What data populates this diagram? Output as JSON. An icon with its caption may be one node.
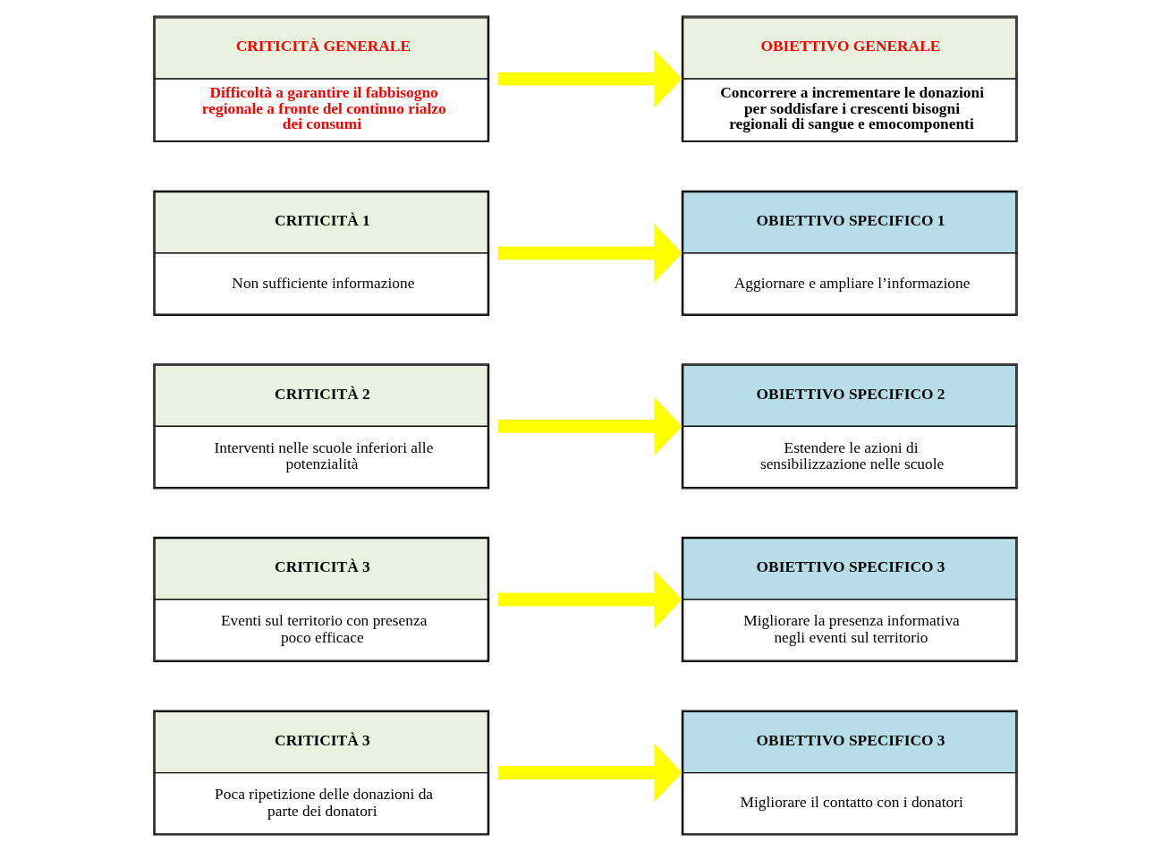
{
  "diagram": {
    "nodes": [
      {
        "text": [
          "CRITICITÀ GENERALE",
          "Difficoltà a garantire il fabbisogno regionale a fronte del continuo rialzo dei consumi"
        ]
      },
      {
        "text": [
          "OBIETTIVO GENERALE",
          "Concorrere a incrementare le donazioni per soddisfare i crescenti bisogni regionali di sangue e emocomponenti"
        ]
      },
      {
        "text": [
          "CRITICITÀ 1",
          "Non sufficiente informazione"
        ]
      },
      {
        "text": [
          "OBIETTIVO SPECIFICO 1",
          "Aggiornare e ampliare l’informazione"
        ]
      },
      {
        "text": [
          "CRITICITÀ 2",
          "Interventi nelle scuole inferiori alle potenzialità"
        ]
      },
      {
        "text": [
          "OBIETTIVO SPECIFICO 2",
          "Estendere le azioni di sensibilizzazione nelle scuole"
        ]
      },
      {
        "text": [
          "CRITICITÀ 3",
          "Eventi sul territorio con presenza poco efficace"
        ]
      },
      {
        "text": [
          "OBIETTIVO SPECIFICO 3",
          "Migliorare la presenza informativa negli eventi sul territorio"
        ]
      },
      {
        "text": [
          "CRITICITÀ 3",
          "Poca ripetizione delle donazioni da parte dei donatori"
        ]
      },
      {
        "text": [
          "OBIETTIVO SPECIFICO 3",
          "Migliorare il contatto con i donatori"
        ]
      }
    ],
    "edges": [
      {
        "from": 0,
        "to": 1,
        "arrow": "to"
      },
      {
        "from": 2,
        "to": 3,
        "arrow": "to"
      },
      {
        "from": 4,
        "to": 5,
        "arrow": "to"
      },
      {
        "from": 6,
        "to": 7,
        "arrow": "to"
      },
      {
        "from": 8,
        "to": 9,
        "arrow": "to"
      }
    ]
  }
}
